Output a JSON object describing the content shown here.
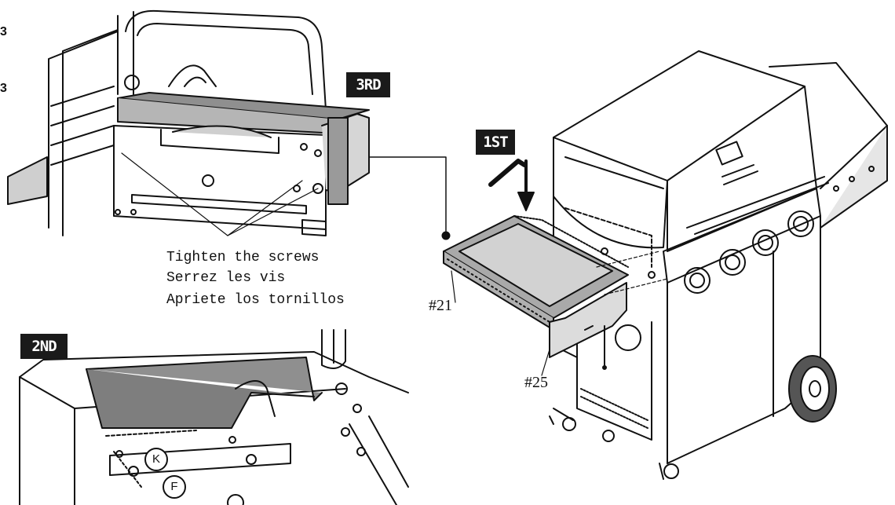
{
  "edge_marks": [
    "3",
    "3"
  ],
  "step_labels": {
    "first": "1ST",
    "second": "2ND",
    "third": "3RD"
  },
  "caption": {
    "en": "Tighten the screws",
    "fr": "Serrez les vis",
    "es": "Apriete los tornillos"
  },
  "part_numbers": {
    "shelf": "#21",
    "bracket": "#25"
  },
  "hardware_callouts": {
    "k": "K",
    "f": "F"
  },
  "colors": {
    "panel_shade": "#8f8f8f",
    "label_bg": "#1a1a1a",
    "line": "#111111"
  }
}
